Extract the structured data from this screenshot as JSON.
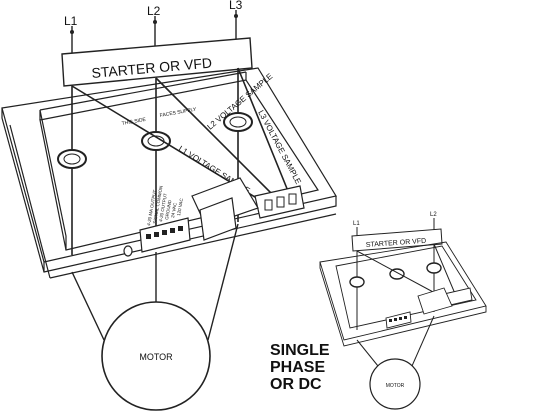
{
  "main_diagram": {
    "lines": [
      "L1",
      "L2",
      "L3"
    ],
    "starter_label": "STARTER OR VFD",
    "this_side_label": "THIS SIDE",
    "faces_supply_label": "FACES SUPPLY",
    "samples": [
      "L1 VOLTAGE SAMPLE",
      "L2 VOLTAGE SAMPLE",
      "L3 VOLTAGE SAMPLE"
    ],
    "terminal_labels": [
      "4-20 MA OUTPUT",
      "SIGNAL COMMON",
      "4-20 OUTPUT",
      "GROUND",
      "24 VAC",
      "120 VAC"
    ],
    "motor_label": "MOTOR"
  },
  "small_diagram": {
    "lines": [
      "L1",
      "L2"
    ],
    "starter_label": "STARTER OR VFD",
    "motor_label": "MOTOR"
  },
  "caption": [
    "SINGLE",
    "PHASE",
    "OR DC"
  ]
}
